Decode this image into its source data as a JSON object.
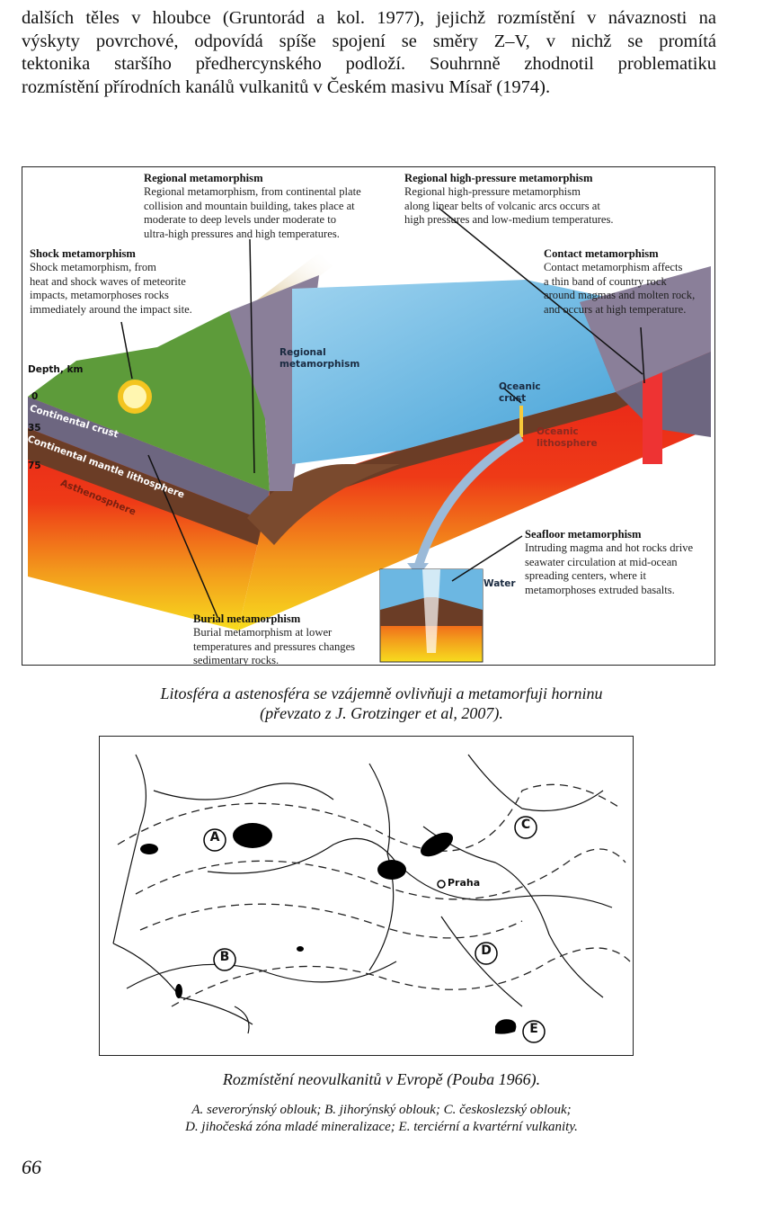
{
  "paragraph": {
    "lines": [
      "dalších těles v hloubce (Gruntorád a kol. 1977), jejichž rozmístění v návaznosti na",
      "výskyty povrchové, odpovídá spíše spojení se směry Z–V, v nichž se promítá",
      "tektonika staršího předhercynského podloží. Souhrnně zhodnotil problematiku",
      "rozmístění přírodních kanálů vulkanitů v Českém masivu Mísař (1974)."
    ]
  },
  "figure1": {
    "regional": {
      "title": "Regional metamorphism",
      "lines": [
        "Regional metamorphism, from continental plate",
        "collision and mountain building, takes place at",
        "moderate to deep levels under moderate to",
        "ultra-high pressures and high temperatures."
      ]
    },
    "high_pressure": {
      "title": "Regional high-pressure metamorphism",
      "lines": [
        "Regional high-pressure metamorphism",
        "along linear belts of volcanic arcs occurs at",
        "high pressures and low-medium temperatures."
      ]
    },
    "shock": {
      "title": "Shock metamorphism",
      "lines": [
        "Shock metamorphism, from",
        "heat and shock waves of meteorite",
        "impacts, metamorphoses rocks",
        "immediately around the impact site."
      ]
    },
    "contact": {
      "title": "Contact metamorphism",
      "lines": [
        "Contact metamorphism affects",
        "a thin band of country rock",
        "around magmas and molten rock,",
        "and occurs at high temperature."
      ]
    },
    "burial": {
      "title": "Burial metamorphism",
      "lines": [
        "Burial metamorphism at lower",
        "temperatures and pressures changes",
        "sedimentary rocks."
      ]
    },
    "seafloor": {
      "title": "Seafloor metamorphism",
      "lines": [
        "Intruding magma and hot rocks drive",
        "seawater circulation at mid-ocean",
        "spreading centers, where it",
        "metamorphoses extruded basalts."
      ]
    },
    "depth": {
      "title": "Depth, km",
      "ticks": [
        "0",
        "35",
        "75"
      ]
    },
    "diagram_labels": {
      "regional_small_1": "Regional",
      "regional_small_2": "metamorphism",
      "oceanic_crust_1": "Oceanic",
      "oceanic_crust_2": "crust",
      "oceanic_litho_1": "Oceanic",
      "oceanic_litho_2": "lithosphere",
      "continental_crust": "Continental crust",
      "continental_mantle": "Continental mantle lithosphere",
      "asthenosphere": "Asthenosphere",
      "water": "Water"
    },
    "caption_line1": "Litosféra a astenosféra se vzájemně ovlivňuji a metamorfuji horninu",
    "caption_line2": "(převzato z J. Grotzinger et al, 2007)."
  },
  "figure2": {
    "zones": [
      "A",
      "B",
      "C",
      "D",
      "E"
    ],
    "city": "Praha",
    "caption": "Rozmístění neovulkanitů v Evropě (Pouba 1966).",
    "legend_line1": "A. severorýnský oblouk; B. jihorýnský oblouk; C. českoslezský oblouk;",
    "legend_line2": "D. jihočeská zóna mladé mineralizace; E. terciérní a kvartérní vulkanity."
  },
  "page_number": "66",
  "colors": {
    "magma": "#e8201a",
    "ocean": "#5fb3dd",
    "land": "#5d9b3a",
    "crust": "#6d6680",
    "mantle": "#6b3d26",
    "yellow": "#f5d21a"
  }
}
